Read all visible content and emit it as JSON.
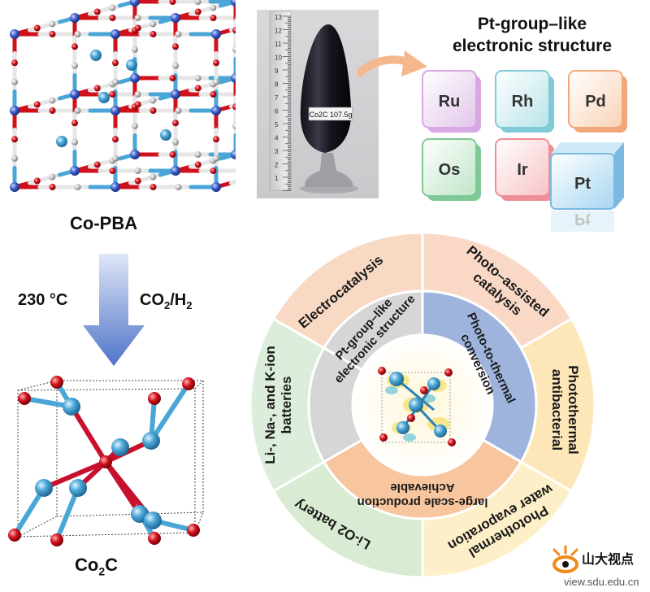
{
  "precursor": {
    "label": "Co-PBA"
  },
  "product": {
    "label_main": "Co",
    "label_sub": "2",
    "label_end": "C"
  },
  "conditions": {
    "temperature": "230 °C",
    "gas_main": "CO",
    "gas_sub": "2",
    "gas_end": "/H",
    "gas_sub2": "2"
  },
  "photo": {
    "sample_label": "Co2C 107.5g",
    "ruler_ticks": [
      "13",
      "12",
      "11",
      "10",
      "9",
      "8",
      "7",
      "6",
      "5",
      "4",
      "3",
      "2",
      "1"
    ]
  },
  "pt_group": {
    "title_line1": "Pt-group–like",
    "title_line2": "electronic structure",
    "elements": [
      "Ru",
      "Rh",
      "Pd",
      "Os",
      "Ir",
      "Pt"
    ],
    "reflection": "Pt"
  },
  "wheel": {
    "inner": [
      "Pt-group–like electronic structure",
      "Photo-to-thermal conversion",
      "Achievable large-scale production"
    ],
    "outer": [
      "Electrocatalysis",
      "Photo–assisted catalysis",
      "Photothermal antibacterial",
      "Photothermal water evaporation",
      "Li-O2 battery",
      "Li-, Na-, and K-ion batteries"
    ]
  },
  "watermark": {
    "brand": "山大视点",
    "url": "view.sdu.edu.cn"
  },
  "colors": {
    "arrow": "#4f74c8",
    "co_atom": "#4aa6d6",
    "o_atom": "#d0101a",
    "c_atom": "#b9b9b9",
    "accent": "#f0a070"
  }
}
